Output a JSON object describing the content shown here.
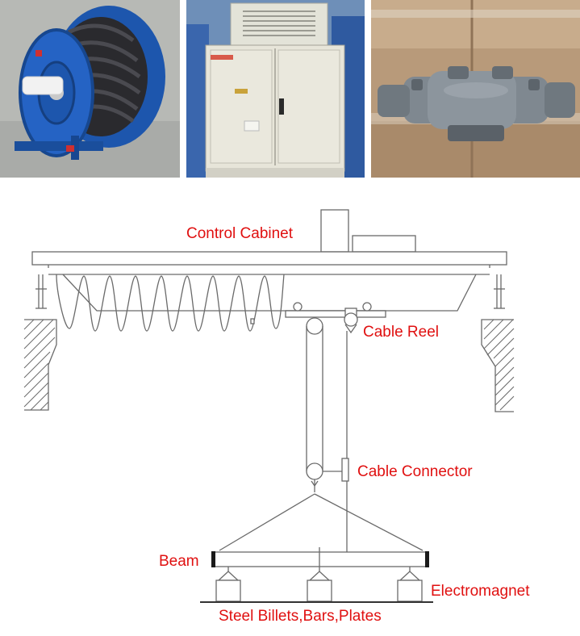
{
  "photos": {
    "reel": {
      "icon": "cable-reel-photo"
    },
    "cabinet": {
      "icon": "control-cabinet-photo"
    },
    "connector": {
      "icon": "cable-connector-photo"
    }
  },
  "labels": {
    "control_cabinet": "Control Cabinet",
    "cable_reel": "Cable Reel",
    "cable_connector": "Cable Connector",
    "beam": "Beam",
    "electromagnet": "Electromagnet",
    "load": "Steel Billets,Bars,Plates"
  },
  "colors": {
    "label": "#e01010",
    "line": "#6a6a6a",
    "reel_blue": "#1e5db5"
  }
}
